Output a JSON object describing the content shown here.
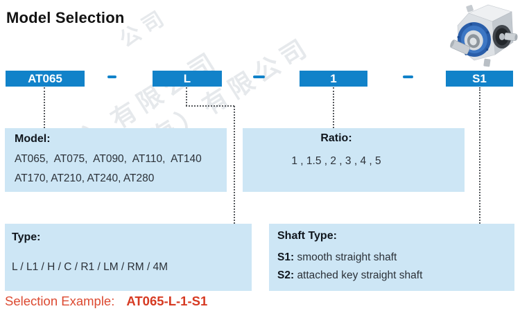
{
  "page": {
    "title": "Model Selection"
  },
  "code_row": {
    "separator": "–",
    "boxes": [
      {
        "id": "model",
        "label": "AT065"
      },
      {
        "id": "type",
        "label": "L"
      },
      {
        "id": "ratio",
        "label": "1"
      },
      {
        "id": "shaft",
        "label": "S1"
      }
    ]
  },
  "panels": {
    "model": {
      "label": "Model:",
      "lines": [
        "AT065,  AT075,  AT090,  AT110,  AT140",
        "AT170, AT210, AT240, AT280"
      ]
    },
    "ratio": {
      "label": "Ratio:",
      "value": "1 , 1.5 , 2 , 3 , 4 , 5"
    },
    "type": {
      "label": "Type:",
      "value": "L / L1 / H / C / R1 / LM / RM / 4M"
    },
    "shaft": {
      "label": "Shaft Type:",
      "items": [
        {
          "code": "S1:",
          "desc": "smooth straight shaft"
        },
        {
          "code": "S2:",
          "desc": "attached key straight shaft"
        }
      ]
    }
  },
  "example": {
    "label": "Selection Example:",
    "value": "AT065-L-1-S1"
  },
  "watermarks": [
    "（江苏）有限公司",
    "（上海）有限公司",
    "公司"
  ],
  "image": {
    "name": "right-angle-gearbox-render"
  },
  "colors": {
    "box_blue": "#1182c9",
    "panel_blue": "#cde6f5",
    "accent_red": "#d63a22",
    "connector_gray": "#55585c",
    "flange_blue": "#2a5ea9"
  }
}
